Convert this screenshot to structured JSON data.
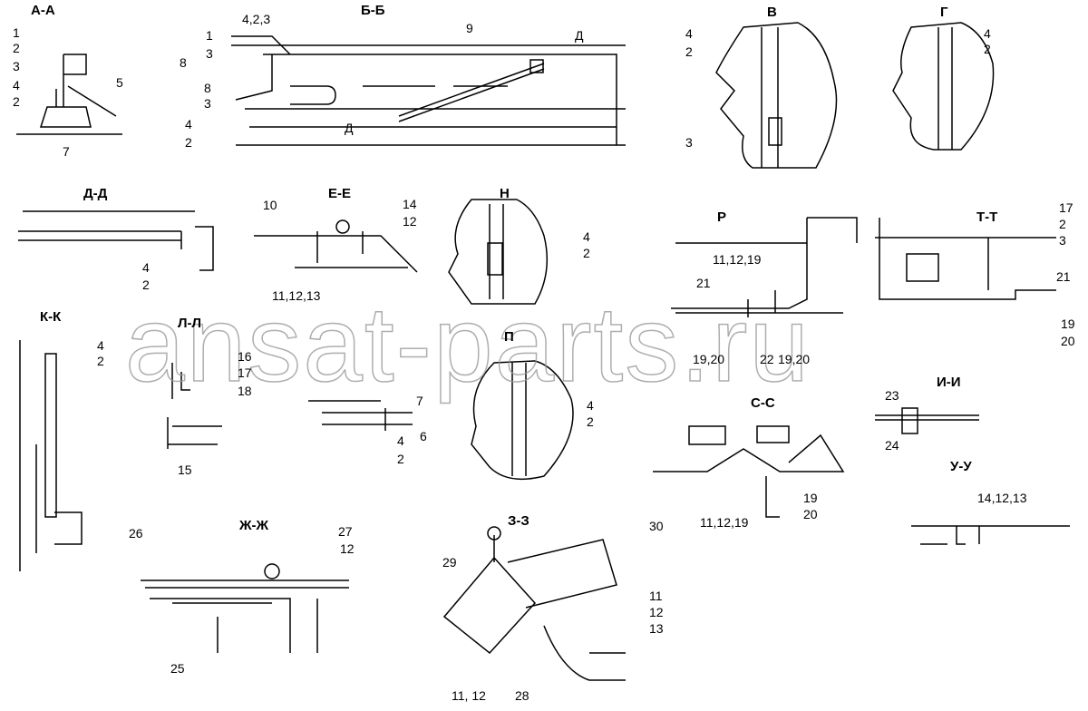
{
  "section_titles": [
    "А-А",
    "Б-Б",
    "В",
    "Г",
    "Д-Д",
    "Е-Е",
    "Н",
    "Р",
    "Т-Т",
    "К-К",
    "Л-Л",
    "П",
    "С-С",
    "И-И",
    "Ж-Ж",
    "З-З",
    "У-У"
  ],
  "callouts": [
    "1",
    "2",
    "3",
    "4",
    "2",
    "5",
    "7",
    "4,2,3",
    "1",
    "3",
    "8",
    "8",
    "3",
    "4",
    "2",
    "9",
    "Д",
    "Д",
    "4",
    "2",
    "3",
    "4",
    "2",
    "4",
    "2",
    "10",
    "14",
    "12",
    "11,12,13",
    "4",
    "2",
    "11,12,19",
    "21",
    "19,20",
    "22",
    "19,20",
    "17",
    "2",
    "3",
    "21",
    "19",
    "20",
    "4",
    "2",
    "16",
    "17",
    "18",
    "15",
    "7",
    "6",
    "4",
    "2",
    "4",
    "2",
    "23",
    "24",
    "19",
    "20",
    "11,12,19",
    "14,12,13",
    "26",
    "27",
    "12",
    "25",
    "30",
    "29",
    "11",
    "12",
    "13",
    "11, 12",
    "28"
  ],
  "watermark": "ansat-parts.ru"
}
